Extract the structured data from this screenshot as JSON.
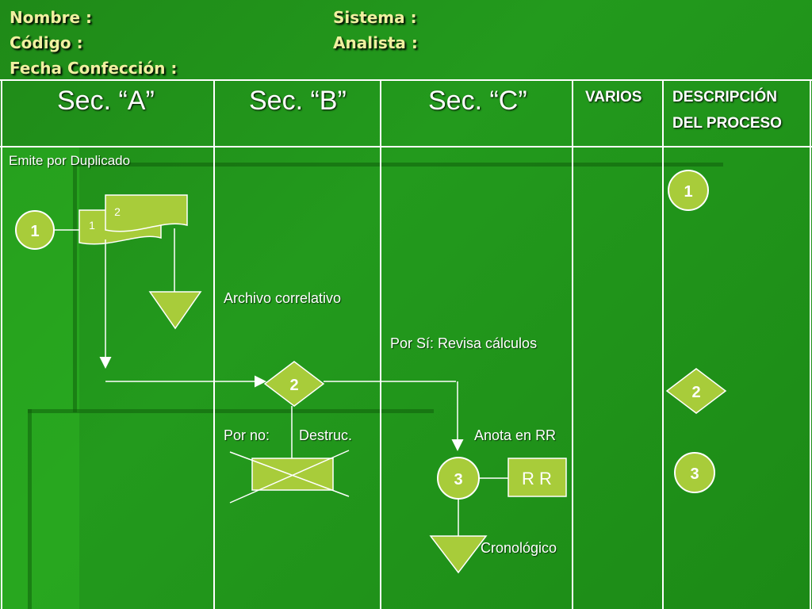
{
  "header": {
    "nombre": "Nombre :",
    "sistema": "Sistema :",
    "codigo": "Código :",
    "analista": "Analista :",
    "fecha": "Fecha Confección :"
  },
  "columns": {
    "sec_a": "Sec. “A”",
    "sec_b": "Sec. “B”",
    "sec_c": "Sec. “C”",
    "varios": "VARIOS",
    "desc_line1": "DESCRIPCIÓN",
    "desc_line2": "DEL PROCESO"
  },
  "labels": {
    "emite": "Emite por Duplicado",
    "archivo": "Archivo correlativo",
    "por_si": "Por Sí: Revisa cálculos",
    "por_no": "Por  no:",
    "destruc": "Destruc.",
    "anota": "Anota en RR",
    "cronologico": "Cronológico"
  },
  "steps": {
    "one": "1",
    "two": "2",
    "three": "3",
    "copy1": "1",
    "copy2": "2",
    "rr": "R R"
  },
  "colors": {
    "background": "#1f8a18",
    "shape_fill": "#a8cc3a",
    "header_text": "#f0f0a0"
  }
}
